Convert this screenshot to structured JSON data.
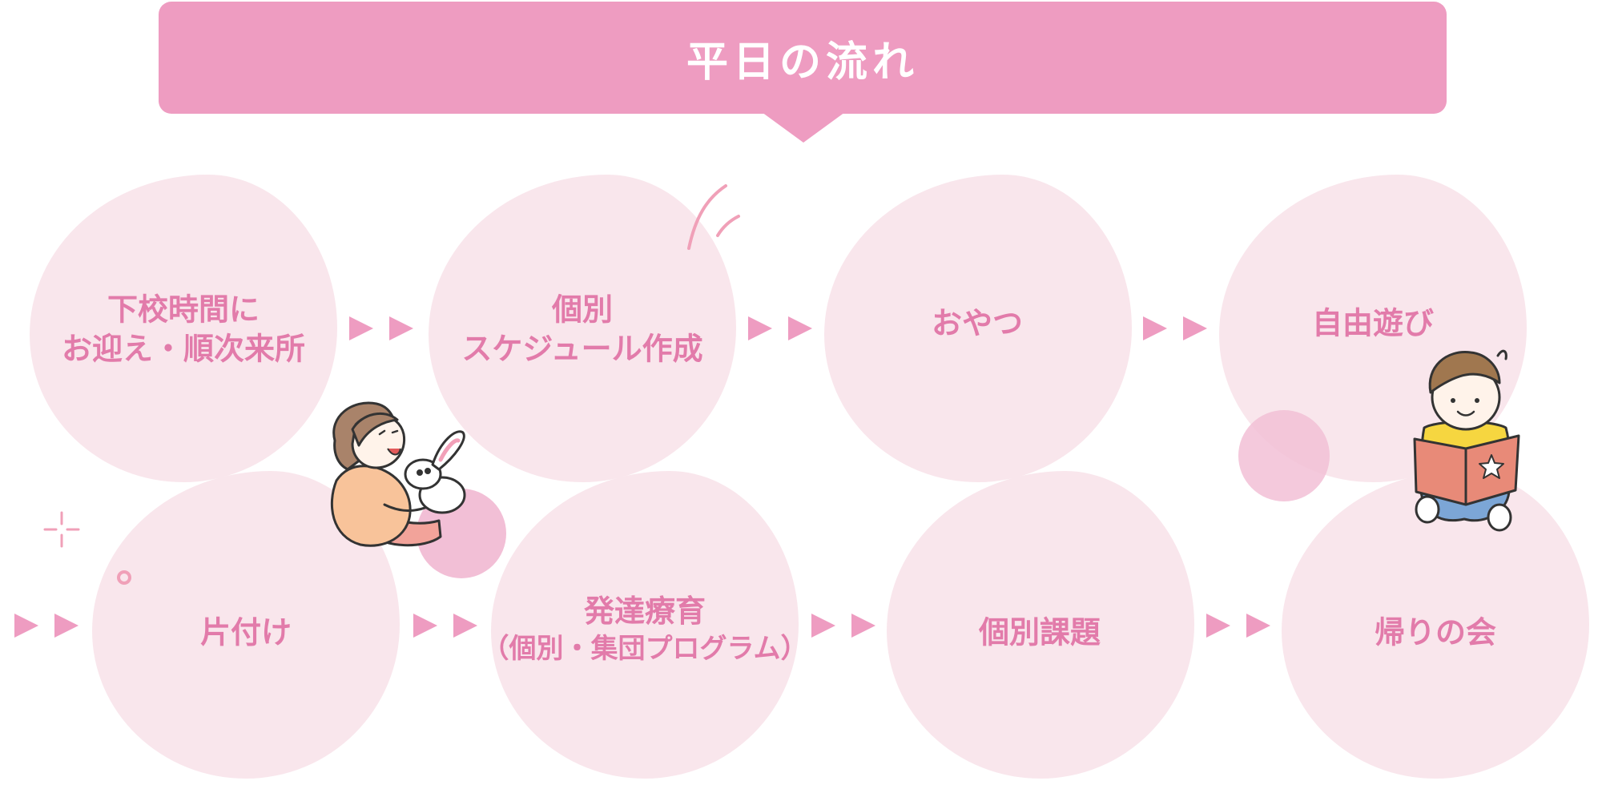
{
  "colors": {
    "header_bg": "#EE9CC1",
    "bubble_bg": "#F9E6EC",
    "label_text": "#E27BAA",
    "arrow": "#EE9CC1",
    "accent_circle": "#F2BFD6"
  },
  "header": {
    "title": "平日の流れ"
  },
  "steps": [
    {
      "line1": "下校時間に",
      "line2": "お迎え・順次来所"
    },
    {
      "line1": "個別",
      "line2": "スケジュール作成"
    },
    {
      "line1": "おやつ",
      "line2": ""
    },
    {
      "line1": "自由遊び",
      "line2": ""
    },
    {
      "line1": "片付け",
      "line2": ""
    },
    {
      "line1": "発達療育",
      "line2": "（個別・集団プログラム）"
    },
    {
      "line1": "個別課題",
      "line2": ""
    },
    {
      "line1": "帰りの会",
      "line2": ""
    }
  ],
  "illustrations": {
    "girl": "girl-with-bunny-illustration",
    "boy": "boy-reading-book-illustration"
  }
}
